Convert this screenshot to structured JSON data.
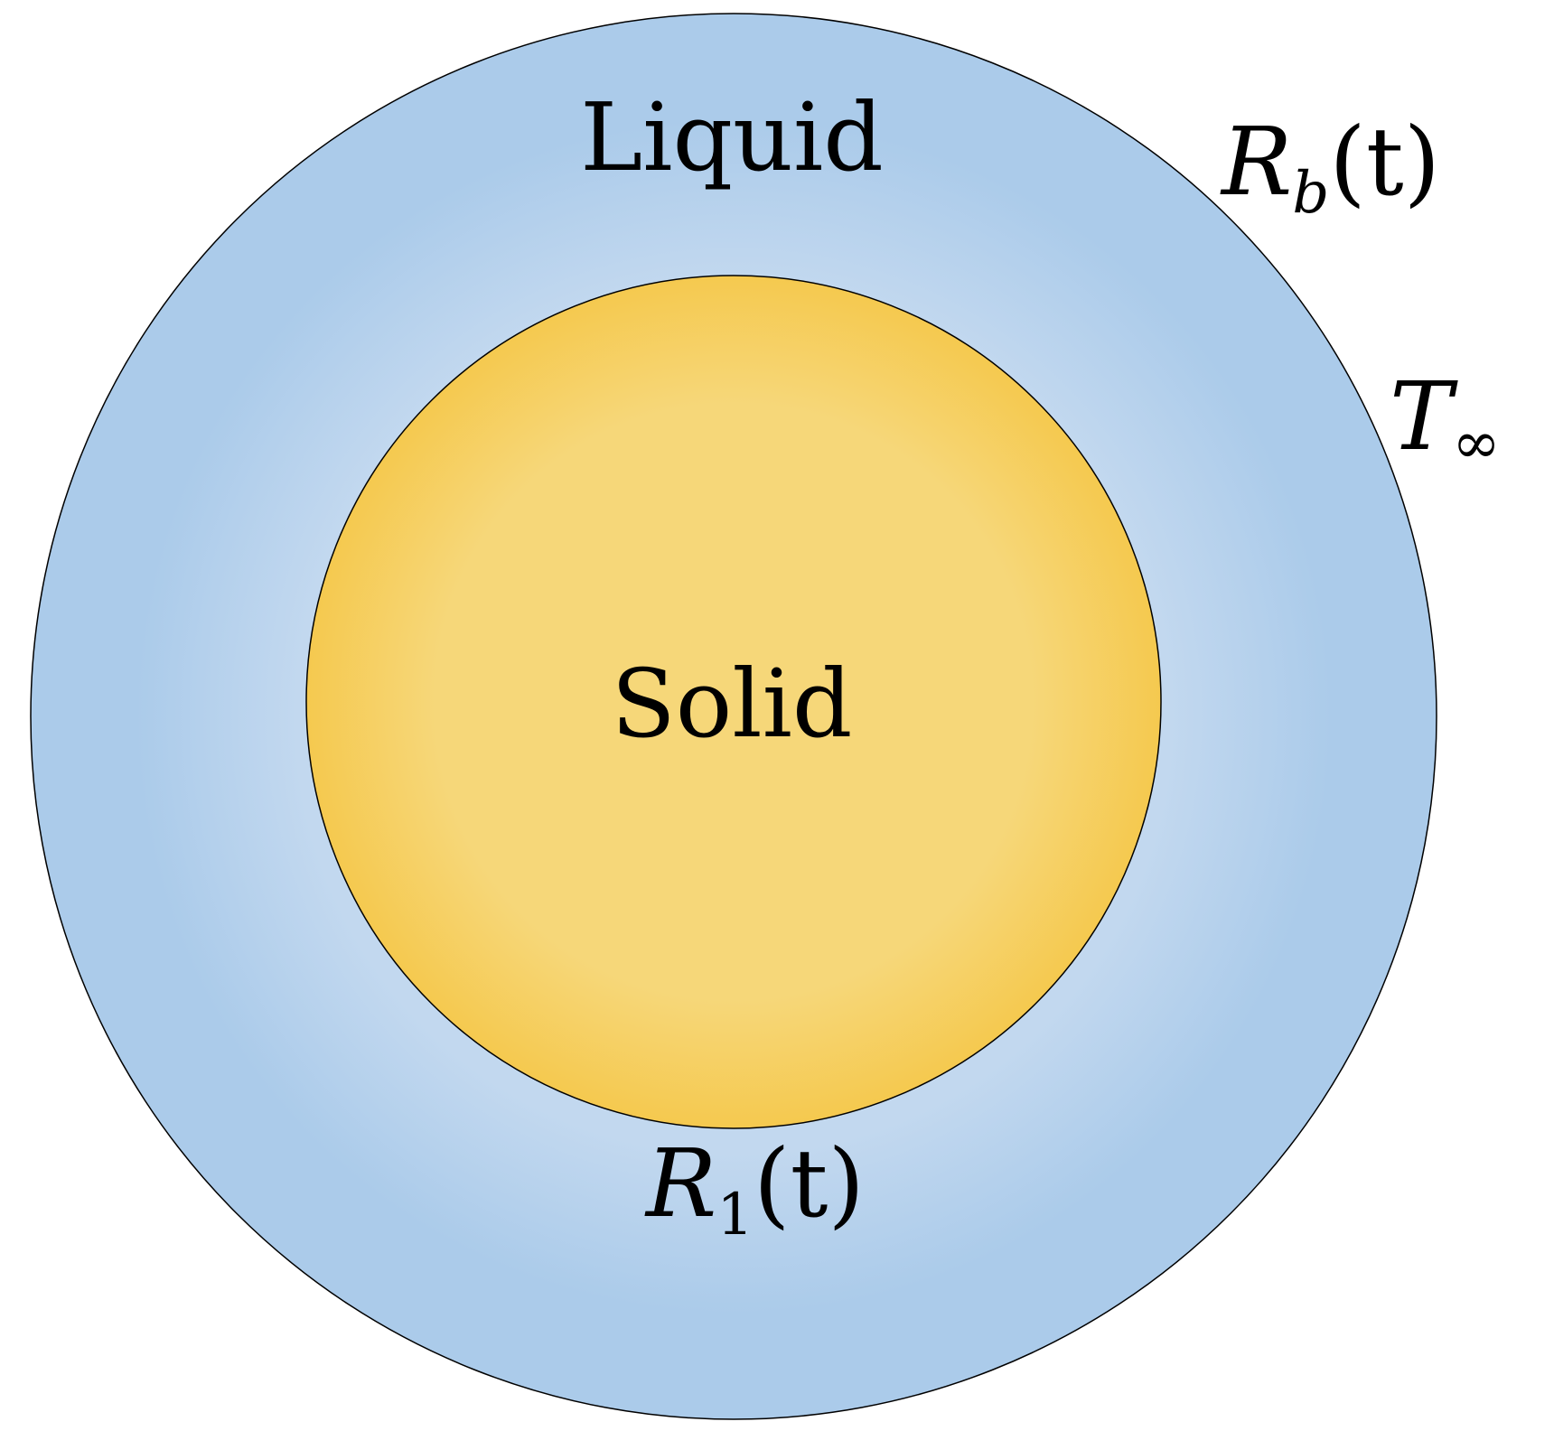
{
  "diagram": {
    "labels": {
      "liquid": "Liquid",
      "solid": "Solid",
      "outer_radius": {
        "symbol": "R",
        "subscript": "b",
        "argument": "(t)"
      },
      "inner_radius": {
        "symbol": "R",
        "subscript": "1",
        "argument": "(t)"
      },
      "far_temperature": {
        "symbol": "T",
        "subscript": "∞"
      }
    },
    "colors": {
      "liquid_edge": "#abcbea",
      "liquid_center": "#c2d8ef",
      "solid_edge": "#f5c94f",
      "solid_center": "#f6d779",
      "outline": "#000000"
    }
  }
}
